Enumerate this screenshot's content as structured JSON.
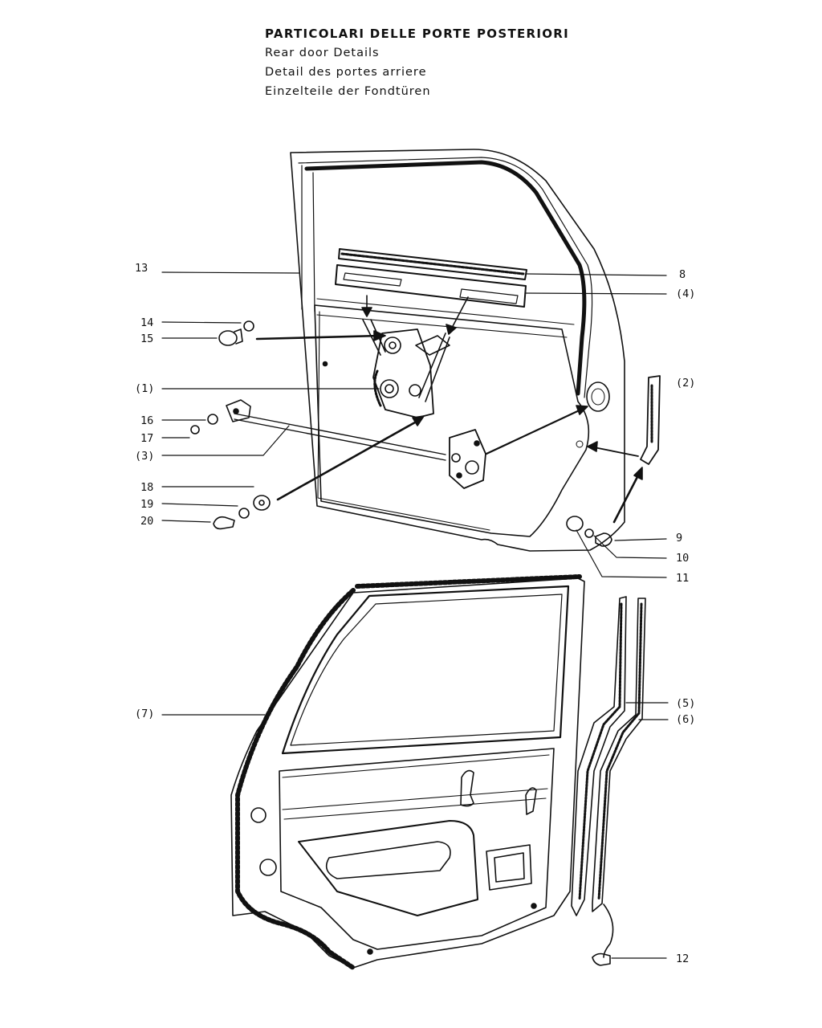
{
  "title": {
    "it": "PARTICOLARI DELLE PORTE POSTERIORI",
    "en": "Rear door Details",
    "fr": "Detail des portes arriere",
    "de": "Einzelteile der Fondtüren"
  },
  "callouts": {
    "c13": "13",
    "c14": "14",
    "c15": "15",
    "c1": "(1)",
    "c16": "16",
    "c17": "17",
    "c3": "(3)",
    "c18": "18",
    "c19": "19",
    "c20": "20",
    "c8": "8",
    "c4": "(4)",
    "c2": "(2)",
    "c9": "9",
    "c10": "10",
    "c11": "11",
    "c7": "(7)",
    "c5": "(5)",
    "c6": "(6)",
    "c12": "12"
  }
}
